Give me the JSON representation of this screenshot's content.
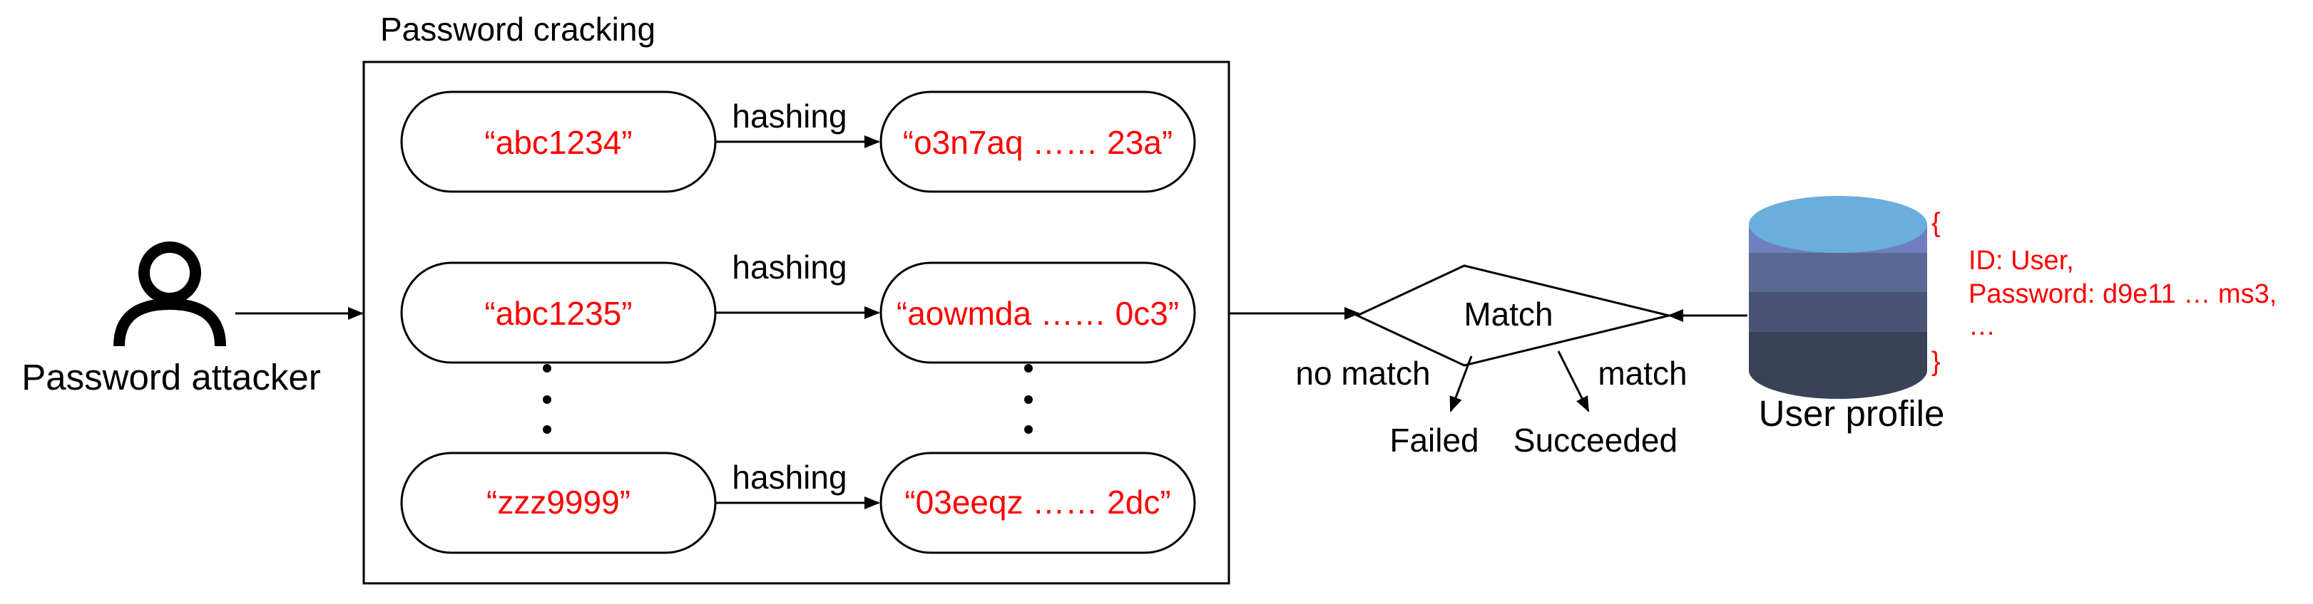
{
  "attacker": {
    "label": "Password attacker",
    "icon": "person-icon"
  },
  "cracking": {
    "title": "Password cracking",
    "arrow_label": "hashing",
    "rows": [
      {
        "guess": "“abc1234”",
        "hash": "“o3n7aq …… 23a”"
      },
      {
        "guess": "“abc1235”",
        "hash": "“aowmda …… 0c3”"
      },
      {
        "guess": "“zzz9999”",
        "hash": "“03eeqz …… 2dc”"
      }
    ]
  },
  "match": {
    "label": "Match",
    "no_match_label": "no match",
    "match_label": "match",
    "failed_label": "Failed",
    "succeeded_label": "Succeeded"
  },
  "user_profile": {
    "label": "User profile",
    "icon": "database-icon",
    "record": {
      "open_brace": "{",
      "line1": "ID: User,",
      "line2": "Password: d9e11 … ms3,",
      "line3": "…",
      "close_brace": "}"
    }
  },
  "colors": {
    "value_text": "#ff0000",
    "db_top": "#6aaedc",
    "db_layer1": "#6f7fbf",
    "db_layer2": "#5a6994",
    "db_layer3": "#4a5575",
    "db_layer4": "#3a4258"
  }
}
